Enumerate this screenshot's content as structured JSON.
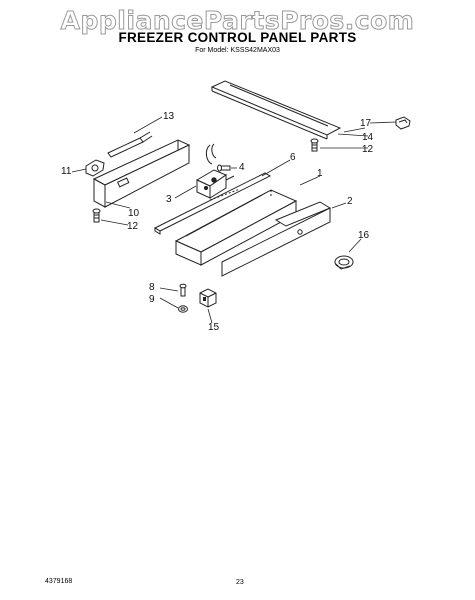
{
  "header": {
    "watermark": "AppliancePartsPros.com",
    "title": "FREEZER CONTROL PANEL PARTS",
    "model_line": "For Model: KSSS42MAX03"
  },
  "callouts": [
    "1",
    "2",
    "3",
    "4",
    "6",
    "8",
    "9",
    "10",
    "11",
    "12",
    "12",
    "13",
    "14",
    "15",
    "16",
    "17"
  ],
  "footer": {
    "doc_number": "4379168",
    "page_number": "23"
  }
}
